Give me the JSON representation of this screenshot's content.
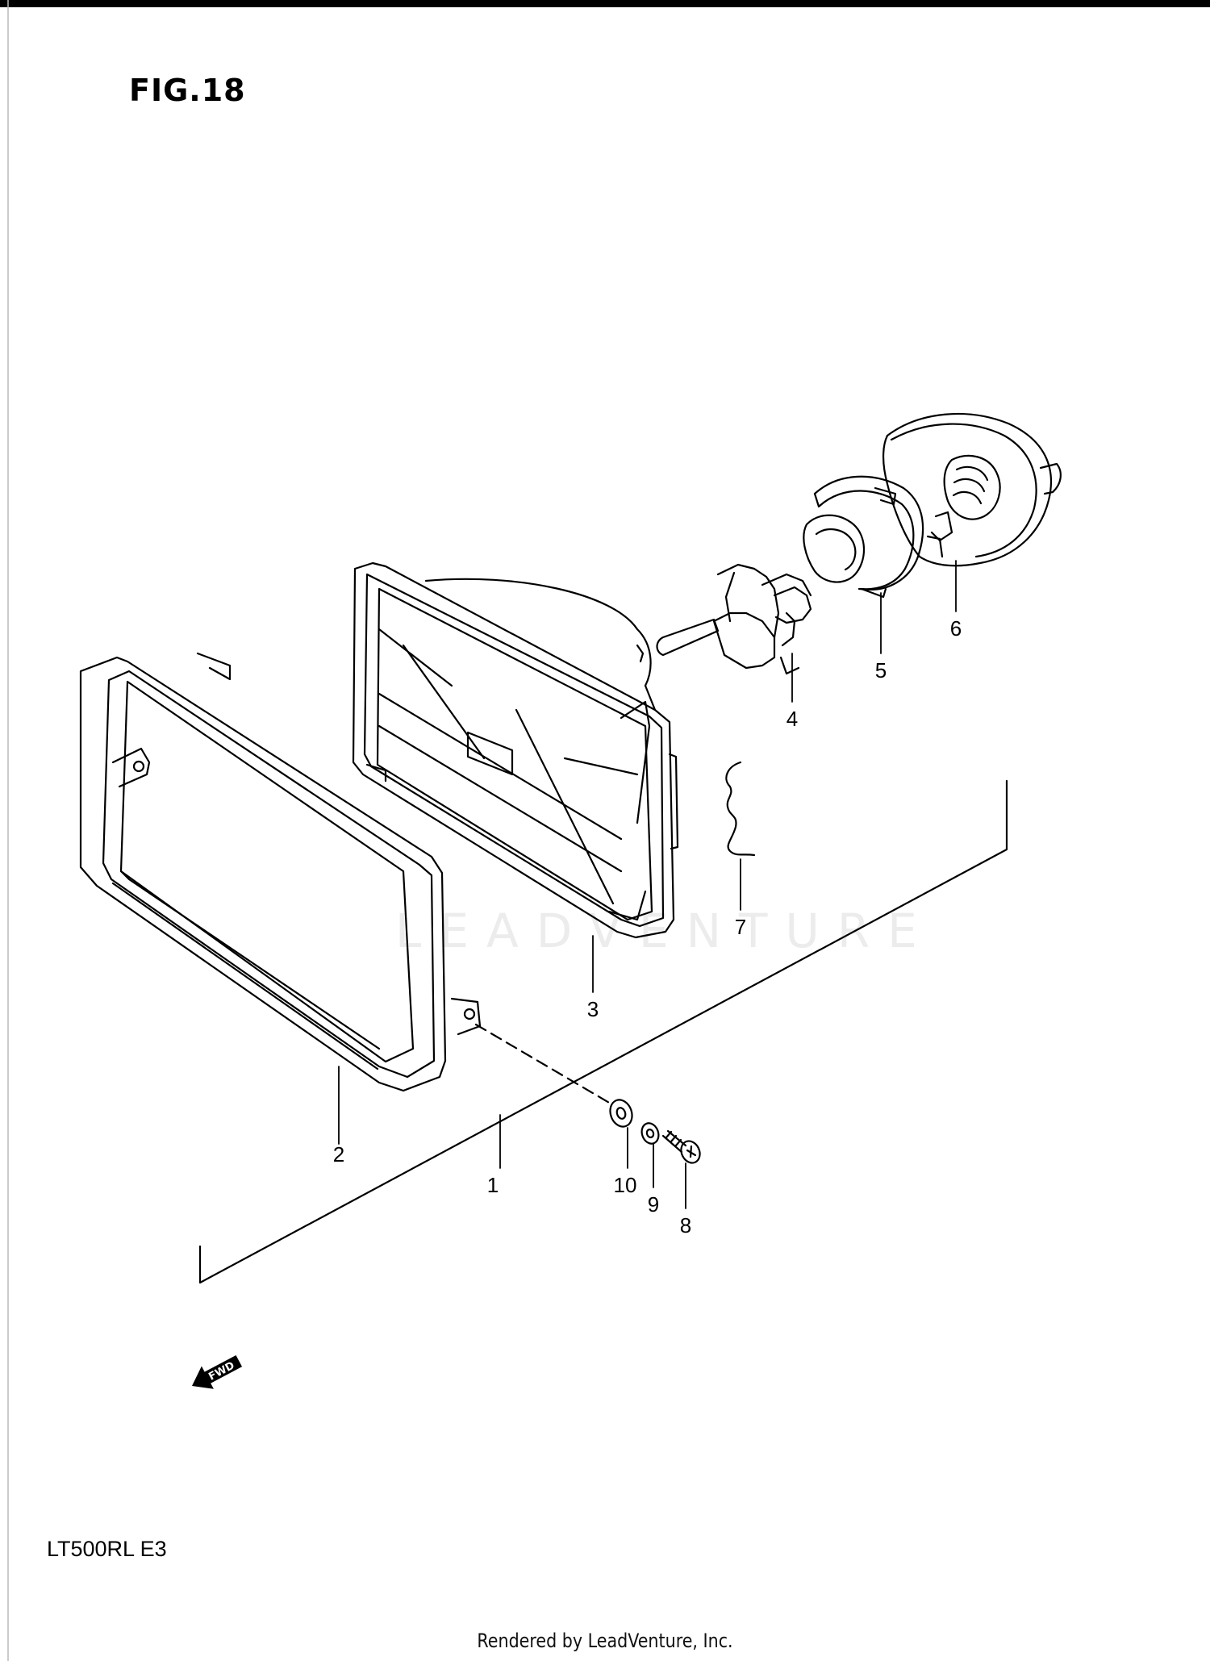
{
  "figure": {
    "title": "FIG.18",
    "model": "LT500RL  E3",
    "forward_marker": "FWD"
  },
  "watermark": "LEADVENTURE",
  "footer": {
    "credit": "Rendered by LeadVenture, Inc."
  },
  "callouts": [
    "1",
    "2",
    "3",
    "4",
    "5",
    "6",
    "7",
    "8",
    "9",
    "10"
  ]
}
